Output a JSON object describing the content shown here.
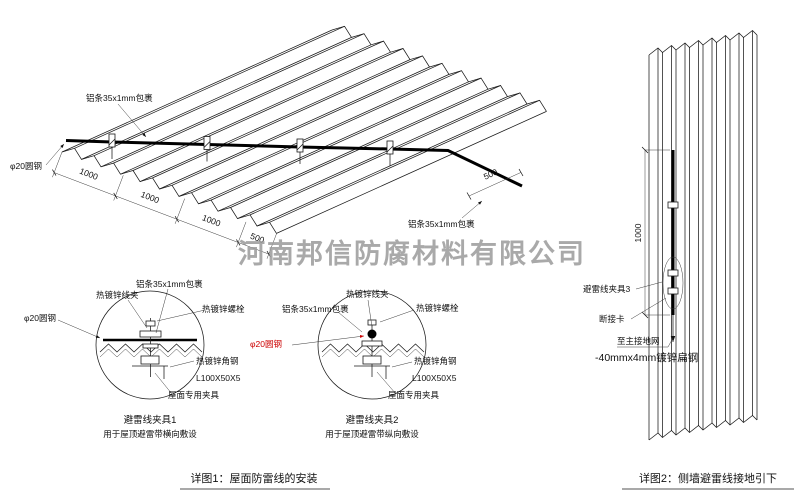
{
  "watermark": "河南邦信防腐材料有限公司",
  "colors": {
    "annotation_red": "#cc0000",
    "line_black": "#1a1a1a",
    "watermark_gray": "#9b9b9b"
  },
  "figure1": {
    "caption": "详图1：屋面防雷线的安装",
    "roof": {
      "strip_label_top": "铝条35x1mm包裹",
      "strip_label_bottom": "铝条35x1mm包裹",
      "rod_label": "φ20圆钢",
      "dim_bottom": [
        "1000",
        "1000",
        "1000",
        "500"
      ],
      "dim_right": "500"
    },
    "detail1": {
      "title": "避雷线夹具1",
      "subtitle": "用于屋顶避雷带横向敷设",
      "labels": {
        "clamp": "热镀锌线夹",
        "strip": "铝条35x1mm包裹",
        "bolt": "热镀锌螺栓",
        "rod": "φ20圆钢",
        "angle": "热镀锌角钢",
        "angle_size": "L100X50X5",
        "fixture": "屋面专用夹具"
      }
    },
    "detail2": {
      "title": "避雷线夹具2",
      "subtitle": "用于屋顶避雷带纵向敷设",
      "labels": {
        "strip": "铝条35x1mm包裹",
        "clamp": "热镀锌线夹",
        "bolt": "热镀锌螺栓",
        "rod": "φ20圆钢",
        "angle": "热镀锌角钢",
        "angle_size": "L100X50X5",
        "fixture": "屋面专用夹具"
      }
    }
  },
  "figure2": {
    "caption": "详图2：侧墙避雷线接地引下",
    "dim_height": "1000",
    "labels": {
      "clamp3": "避雷线夹具3",
      "disconnect": "断接卡",
      "to_ground": "至主接地网",
      "flat_steel": "-40mmx4mm镀锌扁钢"
    }
  }
}
